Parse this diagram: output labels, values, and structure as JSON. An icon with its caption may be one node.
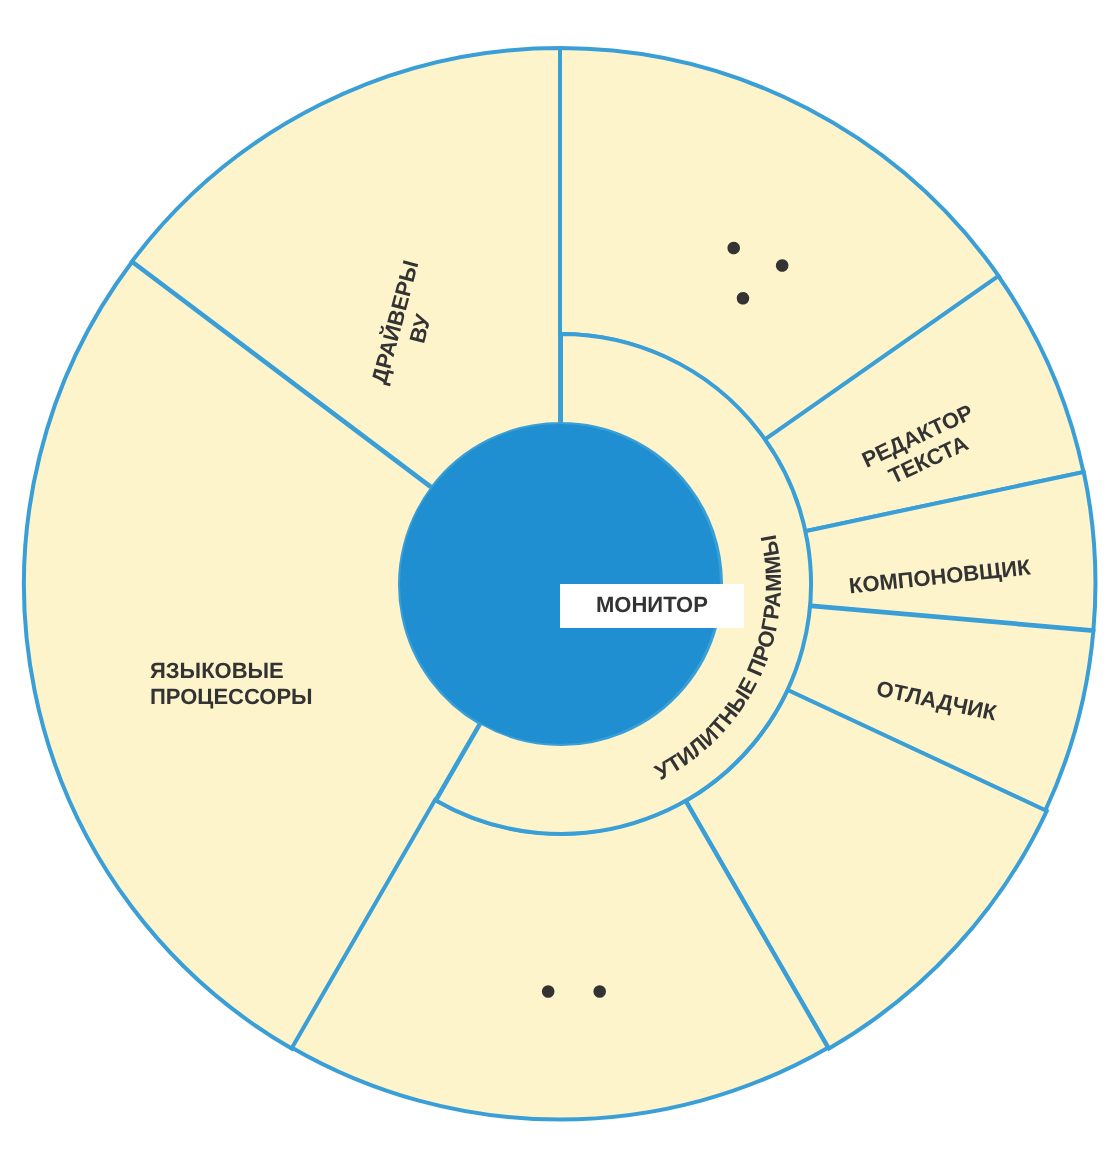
{
  "diagram": {
    "nodes": [
      {
        "text": [
          "МОНИТОР"
        ]
      },
      {
        "text": [
          "ДРАЙВЕРЫ ВУ"
        ]
      },
      {
        "text": [
          "ЯЗЫКОВЫЕ ПРОЦЕССОРЫ"
        ]
      },
      {
        "text": [
          "УТИЛИТНЫЕ ПРОГРАММЫ"
        ]
      },
      {
        "text": [
          "• • •"
        ]
      },
      {
        "text": [
          "РЕДАКТОР ТЕКСТА"
        ]
      },
      {
        "text": [
          "КОМПОНОВЩИК"
        ]
      },
      {
        "text": [
          "ОТЛАДЧИК"
        ]
      },
      {
        "text": [],
        "shape": "sector"
      },
      {
        "text": [
          "• •"
        ]
      }
    ]
  }
}
